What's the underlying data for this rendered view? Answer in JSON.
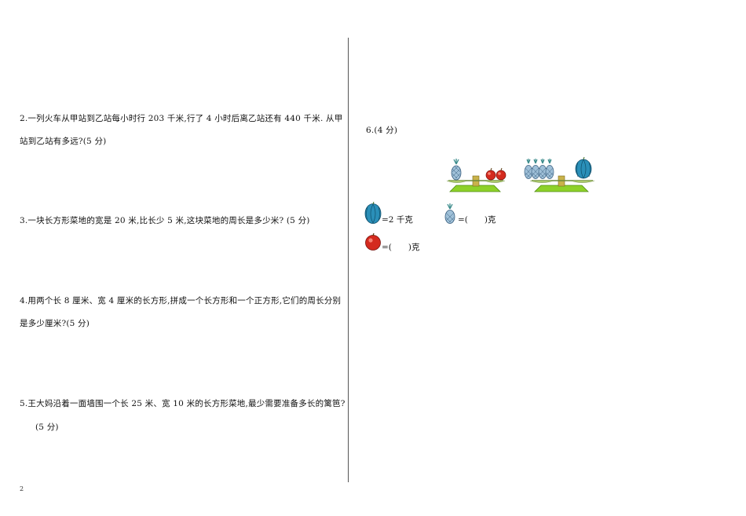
{
  "questions": {
    "q2_line1": "2.一列火车从甲站到乙站每小时行 203 千米,行了 4 小时后离乙站还有 440 千米. 从甲",
    "q2_line2": "站到乙站有多远?(5 分)",
    "q3": "3.一块长方形菜地的宽是 20 米,比长少 5 米,这块菜地的周长是多少米? (5 分)",
    "q4_line1": "4.用两个长 8 厘米、宽 4 厘米的长方形,拼成一个长方形和一个正方形,它们的周长分别",
    "q4_line2": "是多少厘米?(5 分)",
    "q5_line1": "5.王大妈沿着一面墙围一个长 25 米、宽 10 米的长方形菜地,最少需要准备多长的篱笆?",
    "q5_line2": "(5 分)",
    "q6": "6.(4 分)"
  },
  "balance": {
    "watermelon_value": "=2 千克",
    "pineapple_value": "=(　　)克",
    "apple_value": "=(　　)克"
  },
  "page_number": "2",
  "colors": {
    "watermelon": "#2a8fb8",
    "pineapple": "#7fa8c8",
    "apple": "#d42a1e",
    "scale_base": "#8ed12a"
  }
}
